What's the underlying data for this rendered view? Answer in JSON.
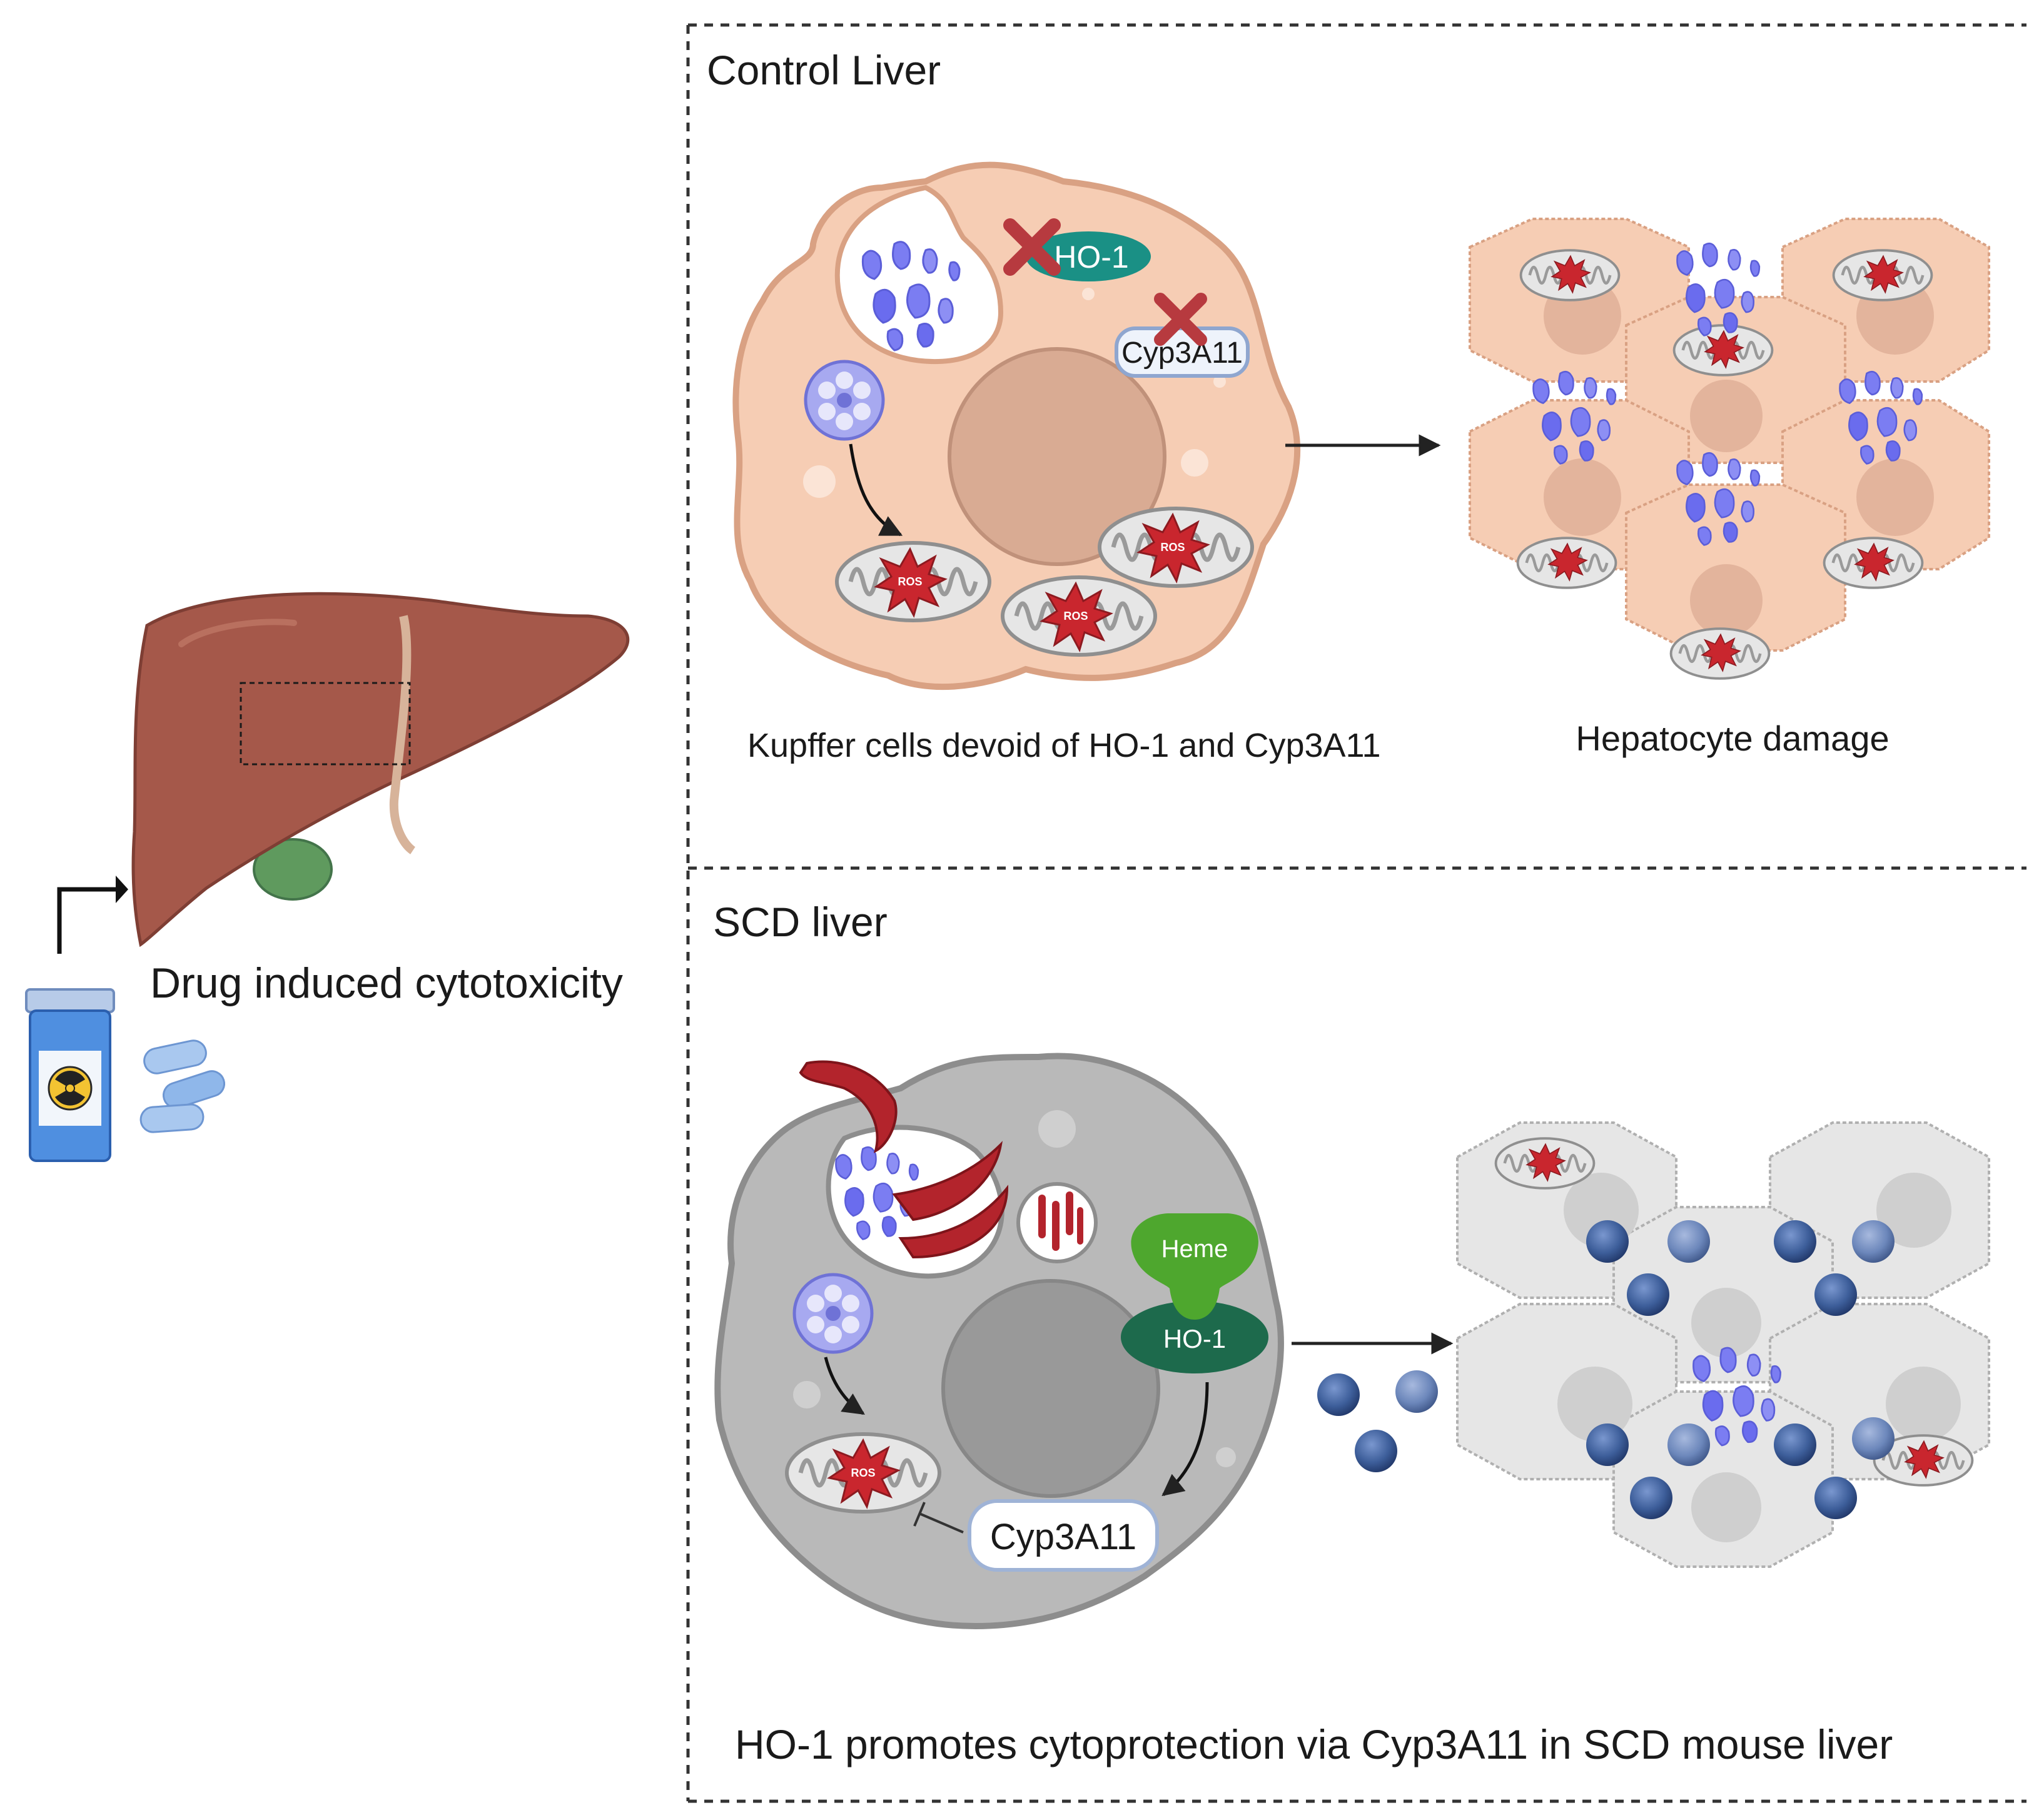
{
  "left": {
    "title": "Drug induced cytotoxicity",
    "bottle_symbol": "radioactive-symbol"
  },
  "control": {
    "title": "Control Liver",
    "ho1_label": "HO-1",
    "cyp_label": "Cyp3A11",
    "ros_label": "ROS",
    "kupffer_caption": "Kupffer cells devoid of HO-1 and Cyp3A11",
    "hepatocyte_caption": "Hepatocyte damage"
  },
  "scd": {
    "title": "SCD liver",
    "heme_label": "Heme",
    "ho1_label": "HO-1",
    "cyp_label": "Cyp3A11",
    "ros_label": "ROS",
    "caption": "HO-1 promotes cytoprotection via Cyp3A11 in SCD mouse liver"
  },
  "colors": {
    "cell_control": "#f6cdb4",
    "cell_control_edge": "#d9a183",
    "nucleus_control": "#d9ab93",
    "cell_scd": "#b9b9b9",
    "nucleus_scd": "#999999",
    "ho1_control": "#1a9085",
    "ho1_scd": "#1d6a4c",
    "heme": "#4ea72e",
    "ros": "#c9262e",
    "cross": "#b73a3f",
    "particle": "#7b7df2",
    "blue_dot": "#3d5e9a",
    "liver": "#a5584a",
    "rbc": "#b3242c"
  }
}
